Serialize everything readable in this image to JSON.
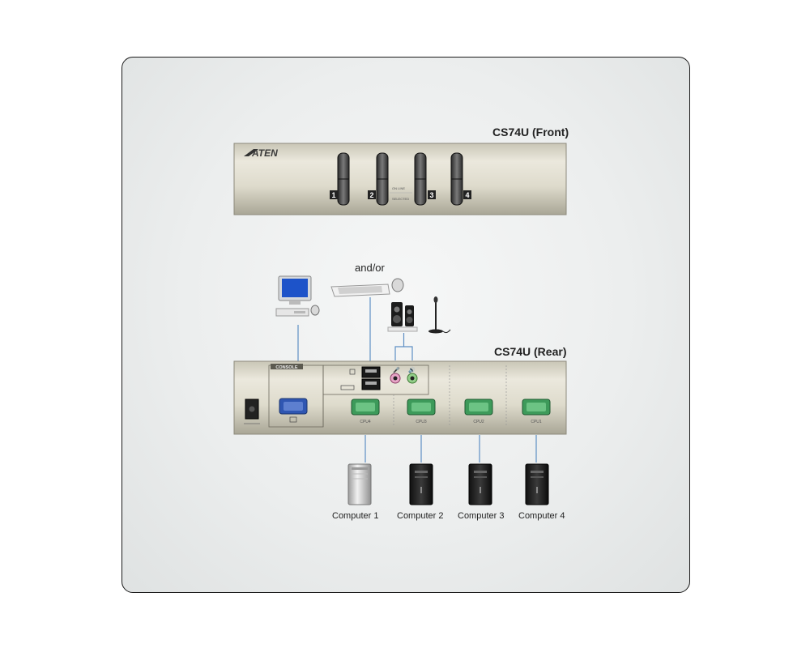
{
  "front": {
    "title": "CS74U (Front)",
    "brand": "ATEN",
    "ports": [
      "1",
      "2",
      "3",
      "4"
    ],
    "led_labels": [
      "ON LINE",
      "SELECTED"
    ]
  },
  "rear": {
    "title": "CS74U (Rear)",
    "console_label": "CONSOLE",
    "cpu_ports": [
      "CPU4",
      "CPU3",
      "CPU2",
      "CPU1"
    ]
  },
  "peripherals": {
    "or_label": "and/or"
  },
  "computers": [
    "Computer 1",
    "Computer 2",
    "Computer 3",
    "Computer 4"
  ],
  "colors": {
    "chassis": "#d8d4c4",
    "vga_console": "#2f56b2",
    "vga_cpu": "#3d9a5a",
    "cable": "#5e8fc4",
    "frame_bg": "#eceeee"
  },
  "icons": [
    "monitor-icon",
    "keyboard-icon",
    "mouse-icon",
    "speakers-icon",
    "microphone-icon",
    "tower-computer-icon",
    "power-jack-icon",
    "usb-port-icon",
    "audio-jack-icon"
  ]
}
